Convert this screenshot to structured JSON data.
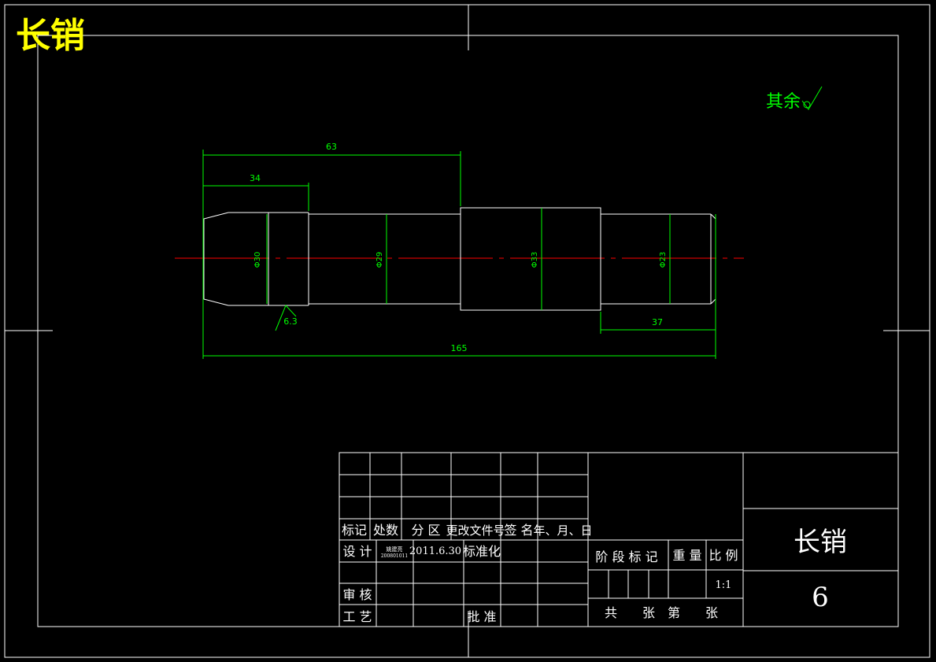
{
  "drawing": {
    "part_name": "长销",
    "roughness_note": "其余",
    "roughness_value": "6.3",
    "dimensions": {
      "overall_length": "165",
      "length_63": "63",
      "length_34": "34",
      "length_37": "37",
      "dia_30": "Φ30",
      "dia_29": "Φ29",
      "dia_33": "Φ33",
      "dia_23": "Φ23"
    }
  },
  "title_block": {
    "headers": {
      "mark": "标记",
      "count": "处数",
      "zone": "分 区",
      "change_doc": "更改文件号",
      "signature": "签 名",
      "date": "年、月、日"
    },
    "design_label": "设 计",
    "designer": "姚建亮",
    "designer_id": "200801011",
    "design_date": "2011.6.30",
    "standardize_label": "标准化",
    "review_label": "审 核",
    "process_label": "工 艺",
    "approve_label": "批 准",
    "stage_mark_label": "阶 段 标 记",
    "weight_label": "重 量",
    "scale_label": "比 例",
    "scale": "1:1",
    "sheets_label": "共　　张　第　　张",
    "part_name": "长销",
    "drawing_no": "6"
  }
}
